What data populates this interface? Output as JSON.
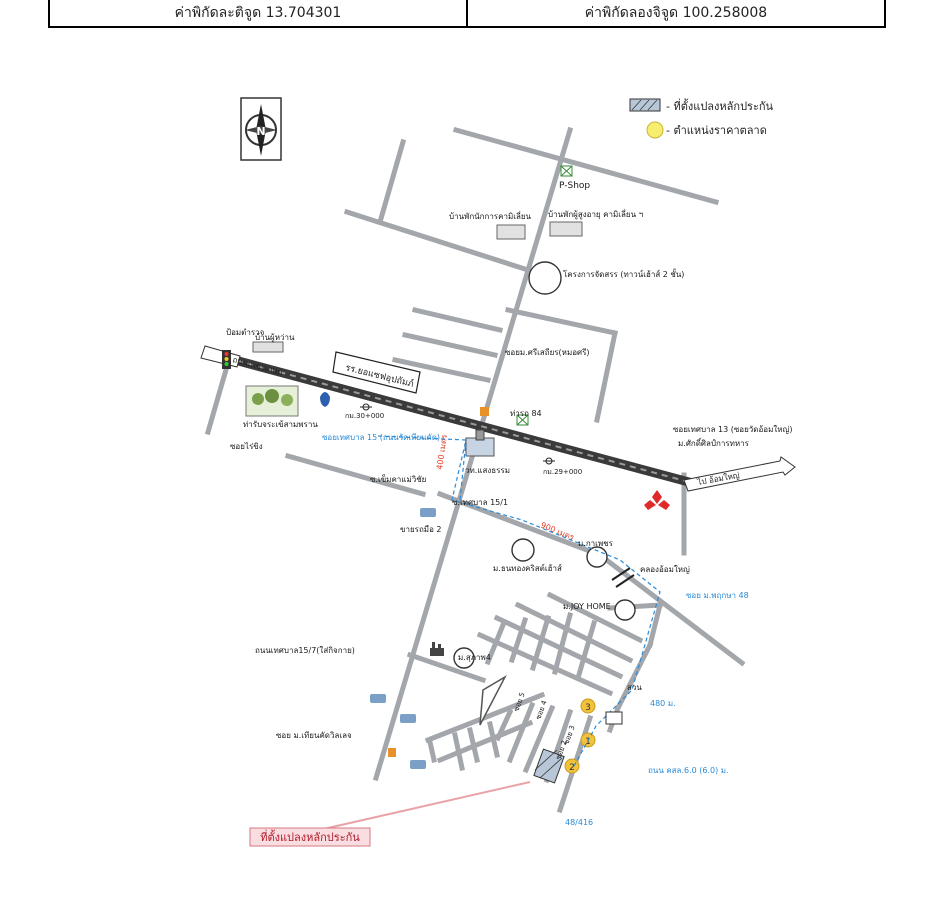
{
  "coordinates": {
    "latitude": "ค่าพิกัดละติจูด 13.704301",
    "longitude": "ค่าพิกัดลองจิจูด 100.258008"
  },
  "legend": {
    "plot_label": "- ที่ตั้งแปลงหลักประกัน",
    "price_label": "- ตำแหน่งราคาตลาด"
  },
  "compass": {
    "letter": "N"
  },
  "labels": {
    "pshop": "P-Shop",
    "village1": "บ้านพักนักการคามิเลี่ยน",
    "village2": "บ้านพักผู้สูงอายุ คามิเลี่ยน ฯ",
    "project_circle": "โครงการจัดสรร (ทาวน์เฮ้าส์ 2 ชั้น)",
    "soi_sri": "ซอยม.ศรีเสถียร(หมอศรี)",
    "school": "รร.ยอแซฟอุปถัมภ์",
    "police": "ป้อมตำรวจ",
    "house_label": "บ้านผู้หว่าน",
    "petchkasem": "ถนนเพชรเกษม",
    "park": "ท่ารับจระเข้สามพราน",
    "km30": "กม.30+000",
    "km29": "กม.29+000",
    "soi_rai": "ซอยไร่ขิง",
    "soi_15": "ซอยเทศบาล 15 (ถนนวัดเทียนดัด)",
    "pier84": "ท่ารถ 84",
    "temple": "วท.แสงธรรม",
    "soi_13": "ซอยเทศบาล 13 (ซอยวัดอ้อมใหญ่)",
    "baan_sak": "ม.ศักดิ์ศิลป์การทหาร",
    "to_omyai": "ไป อ้อมใหญ่",
    "soi_side": "ซ.เข็มคาแม่วิชัย",
    "car_shop": "ขายรถมือ 2",
    "soi_15_1": "ซ.เทศบาล 15/1",
    "dist_900": "900 เมตร",
    "dist_400": "400 เมตร",
    "ban_kaphet": "ม.กาเพชร",
    "village_nam": "ม.ธนทองคริสต์เฮ้าส์",
    "canal": "คลองอ้อมใหญ่",
    "joyhome": "ม.JOY HOME",
    "soi_prueksa": "ซอย ม.พฤกษา 48",
    "road_1557": "ถนนเทศบาล15/7(ใส่กิจกาย)",
    "suphap": "ม.สุภาพ4",
    "soi_chen": "ซอย ม.เทียนคัดวิลเลจ",
    "suan": "สวน",
    "dist_480": "480 ม.",
    "road_ksl": "ถนน คสล.6.0 (6.0) ม.",
    "lot_num": "48/416",
    "soi_3": "ซอย 3",
    "soi_4": "ซอย 4",
    "soi_5": "ซอย 5",
    "soi_2": "ซอย 2",
    "subject_label": "ที่ตั้งแปลงหลักประกัน",
    "marker1": "1",
    "marker2": "2",
    "marker3": "3"
  },
  "colors": {
    "road": "#a3a6aa",
    "main_road": "#3c3c3c",
    "blue_text": "#2a8bd8",
    "marker": "#f2c23a",
    "pink": "#e8a3a8"
  }
}
